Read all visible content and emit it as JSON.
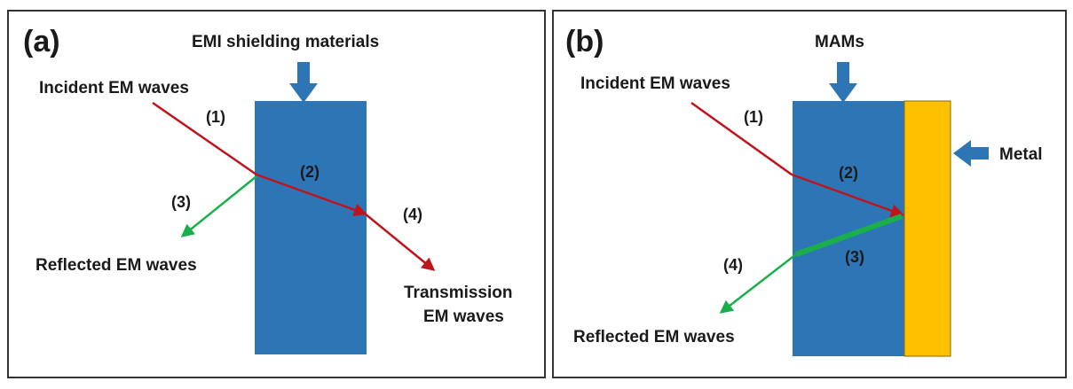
{
  "panels": [
    {
      "tag": "(a)",
      "material_label": "EMI shielding materials",
      "incident_label": "Incident EM waves",
      "reflected_label": "Reflected EM waves",
      "transmission_label_line1": "Transmission",
      "transmission_label_line2": "EM waves",
      "step_labels": [
        "(1)",
        "(2)",
        "(3)",
        "(4)"
      ]
    },
    {
      "tag": "(b)",
      "material_label": "MAMs",
      "metal_label": "Metal",
      "incident_label": "Incident EM waves",
      "reflected_label": "Reflected EM waves",
      "step_labels": [
        "(1)",
        "(2)",
        "(3)",
        "(4)"
      ]
    }
  ],
  "colors": {
    "slab_blue": "#2e75b6",
    "metal_yellow": "#ffc000",
    "incident_red": "#c0141c",
    "reflected_green": "#19b04a",
    "pointer_blue": "#2e75b6",
    "frame": "#333333"
  }
}
